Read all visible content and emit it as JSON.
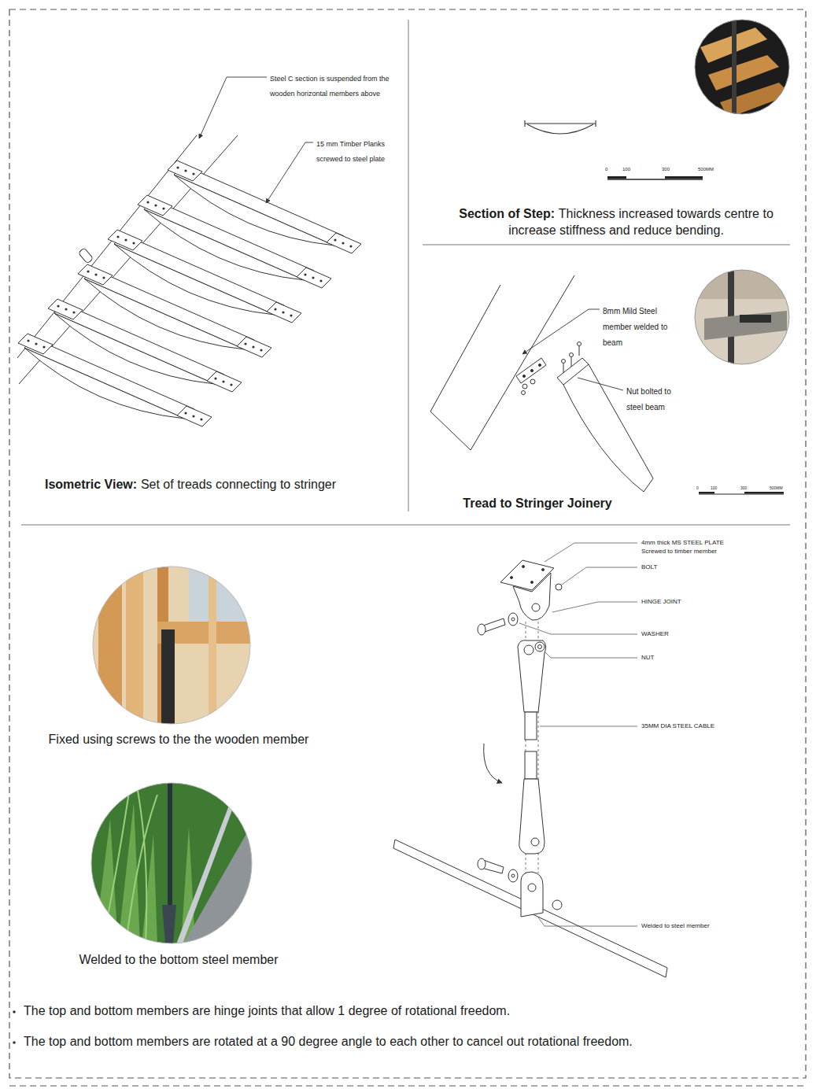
{
  "diagram": {
    "labels": [
      "Steel C section is suspended from the wooden horizontal members above",
      "15 mm Timber Planks screwed to steel plate",
      "Isometric View:",
      "Set of treads connecting to stringer",
      "0",
      "100",
      "300",
      "500MM",
      "Section of Step:",
      "Thickness increased towards centre to increase stiffness and reduce bending.",
      "8mm Mild Steel member welded to beam",
      "Nut bolted to steel beam",
      "0",
      "100",
      "300",
      "500MM",
      "Tread to Stringer Joinery",
      "4mm thick MS STEEL PLATE Screwed to timber member",
      "BOLT",
      "HINGE JOINT",
      "WASHER",
      "NUT",
      "35MM DIA STEEL CABLE",
      "Welded to steel member",
      "Fixed using screws to the the wooden member",
      "Welded to the bottom steel member",
      "The top and bottom members are hinge joints that allow 1 degree of rotational freedom.",
      "The top and bottom members are rotated at a 90 degree angle to each other to cancel out rotational freedom."
    ]
  }
}
